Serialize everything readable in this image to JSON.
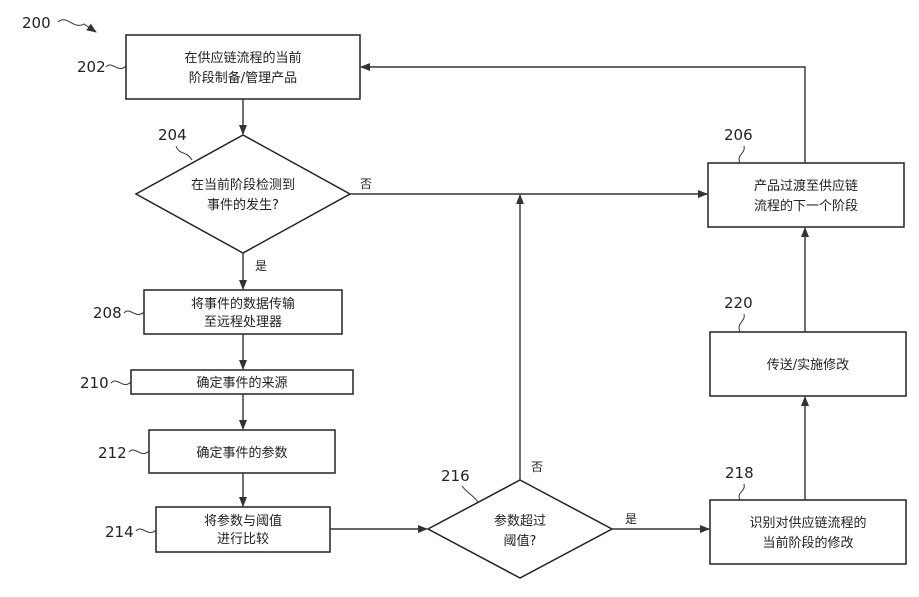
{
  "figure_ref": "200",
  "steps": {
    "s202": {
      "ref": "202",
      "line1": "在供应链流程的当前",
      "line2": "阶段制备/管理产品"
    },
    "s204": {
      "ref": "204",
      "line1": "在当前阶段检测到",
      "line2": "事件的发生?"
    },
    "s206": {
      "ref": "206",
      "line1": "产品过渡至供应链",
      "line2": "流程的下一个阶段"
    },
    "s208": {
      "ref": "208",
      "line1": "将事件的数据传输",
      "line2": "至远程处理器"
    },
    "s210": {
      "ref": "210",
      "line1": "确定事件的来源"
    },
    "s212": {
      "ref": "212",
      "line1": "确定事件的参数"
    },
    "s214": {
      "ref": "214",
      "line1": "将参数与阈值",
      "line2": "进行比较"
    },
    "s216": {
      "ref": "216",
      "line1": "参数超过",
      "line2": "阈值?"
    },
    "s218": {
      "ref": "218",
      "line1": "识别对供应链流程的",
      "line2": "当前阶段的修改"
    },
    "s220": {
      "ref": "220",
      "line1": "传送/实施修改"
    }
  },
  "branches": {
    "d204_no": "否",
    "d204_yes": "是",
    "d216_no": "否",
    "d216_yes": "是"
  }
}
